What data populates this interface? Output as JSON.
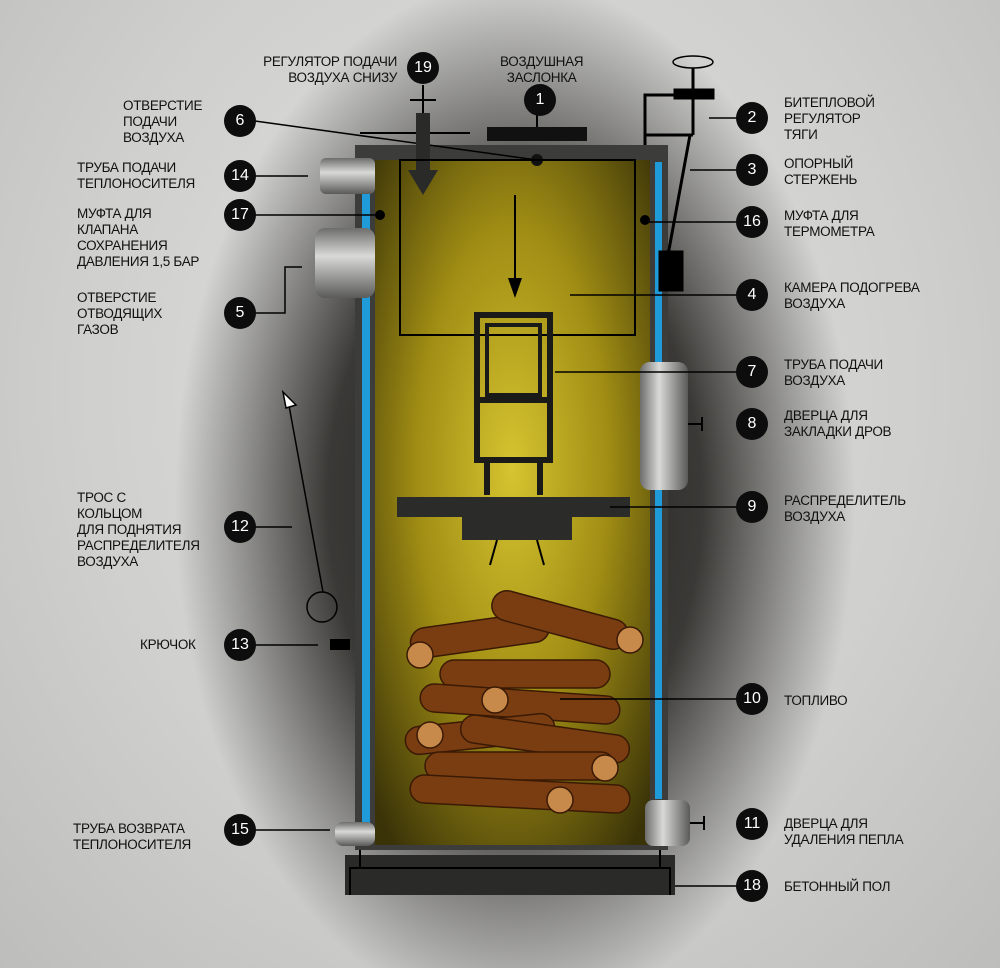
{
  "labels": {
    "n1": {
      "num": "1",
      "text": "Воздушная\nзаслонка"
    },
    "n2": {
      "num": "2",
      "text": "Битепловой\nрегулятор\nтяги"
    },
    "n3": {
      "num": "3",
      "text": "Опорный\nстержень"
    },
    "n4": {
      "num": "4",
      "text": "Камера подогрева\nвоздуха"
    },
    "n5": {
      "num": "5",
      "text": "Отверстие\nотводящих\nгазов"
    },
    "n6": {
      "num": "6",
      "text": "Отверстие\nподачи\nвоздуха"
    },
    "n7": {
      "num": "7",
      "text": "Труба подачи\nвоздуха"
    },
    "n8": {
      "num": "8",
      "text": "Дверца для\nзакладки дров"
    },
    "n9": {
      "num": "9",
      "text": "Распределитель\nвоздуха"
    },
    "n10": {
      "num": "10",
      "text": "Топливо"
    },
    "n11": {
      "num": "11",
      "text": "Дверца для\nудаления пепла"
    },
    "n12": {
      "num": "12",
      "text": "Трос с\nкольцом\nдля поднятия\nраспределителя\nвоздуха"
    },
    "n13": {
      "num": "13",
      "text": "Крючок"
    },
    "n14": {
      "num": "14",
      "text": "Труба подачи\nтеплоносителя"
    },
    "n15": {
      "num": "15",
      "text": "Труба возврата\nтеплоносителя"
    },
    "n16": {
      "num": "16",
      "text": "Муфта для\nтермометра"
    },
    "n17": {
      "num": "17",
      "text": "Муфта для\nклапана\nсохранения\nдавления 1,5 бар"
    },
    "n18": {
      "num": "18",
      "text": "Бетонный пол"
    },
    "n19": {
      "num": "19",
      "text": "Регулятор подачи\nвоздуха снизу"
    }
  },
  "colors": {
    "chamber": "#b8a21a",
    "water": "#1e9bd8",
    "wood": "#7a3d12"
  }
}
